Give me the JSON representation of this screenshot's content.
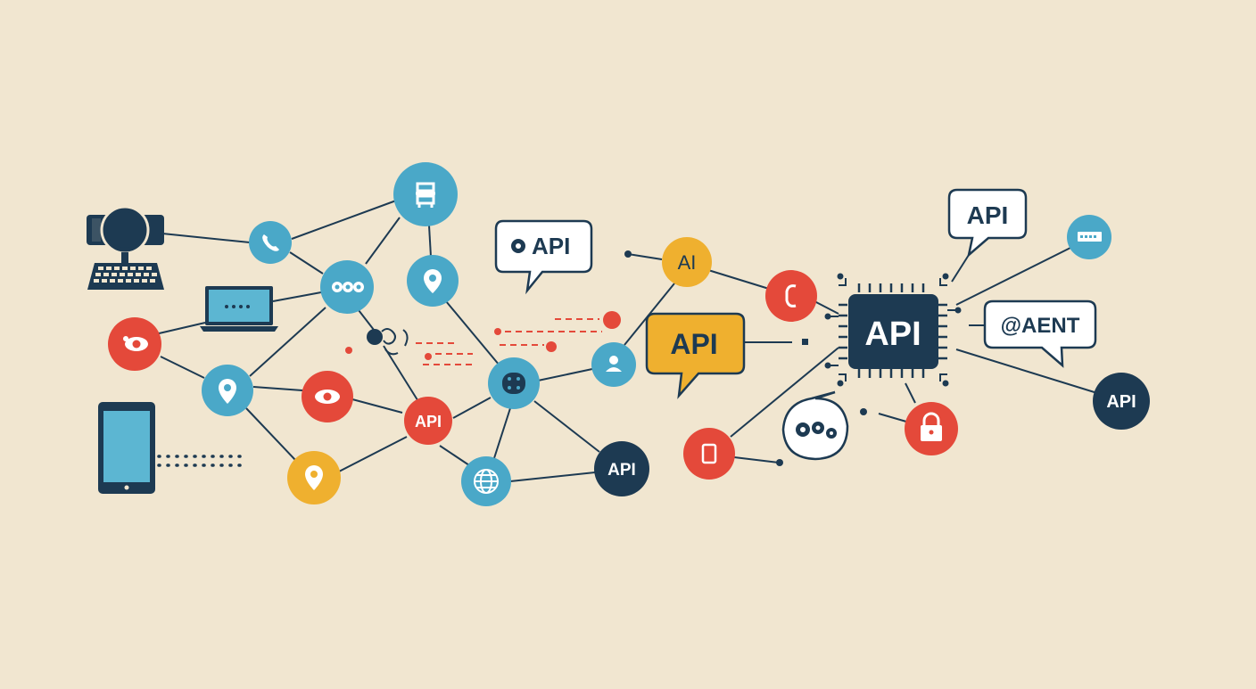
{
  "colors": {
    "background": "#f1e6d0",
    "navy": "#1d3a52",
    "blue": "#4aa8c8",
    "red": "#e4493a",
    "yellow": "#efb02f",
    "white": "#ffffff",
    "line": "#1d3a52"
  },
  "labels": {
    "api_red": "API",
    "api_navy_small": "API",
    "ai_node": "AI",
    "bubble_gear_api": "API",
    "bubble_yellow_api": "API",
    "chip_api": "API",
    "bubble_top_api": "API",
    "bubble_agent": "@AENT",
    "api_navy_right": "API"
  },
  "icons": {
    "camera_keyboard": "webcam-keyboard-icon",
    "laptop": "laptop-icon",
    "tablet": "tablet-icon",
    "phone": "phone-icon",
    "server": "server-icon",
    "gears": "gears-icon",
    "location": "location-pin-icon",
    "eye": "eye-icon",
    "globe": "globe-icon",
    "user": "user-icon",
    "chip": "chip-icon",
    "lock": "lock-icon",
    "mobile": "mobile-icon",
    "card": "card-icon"
  }
}
